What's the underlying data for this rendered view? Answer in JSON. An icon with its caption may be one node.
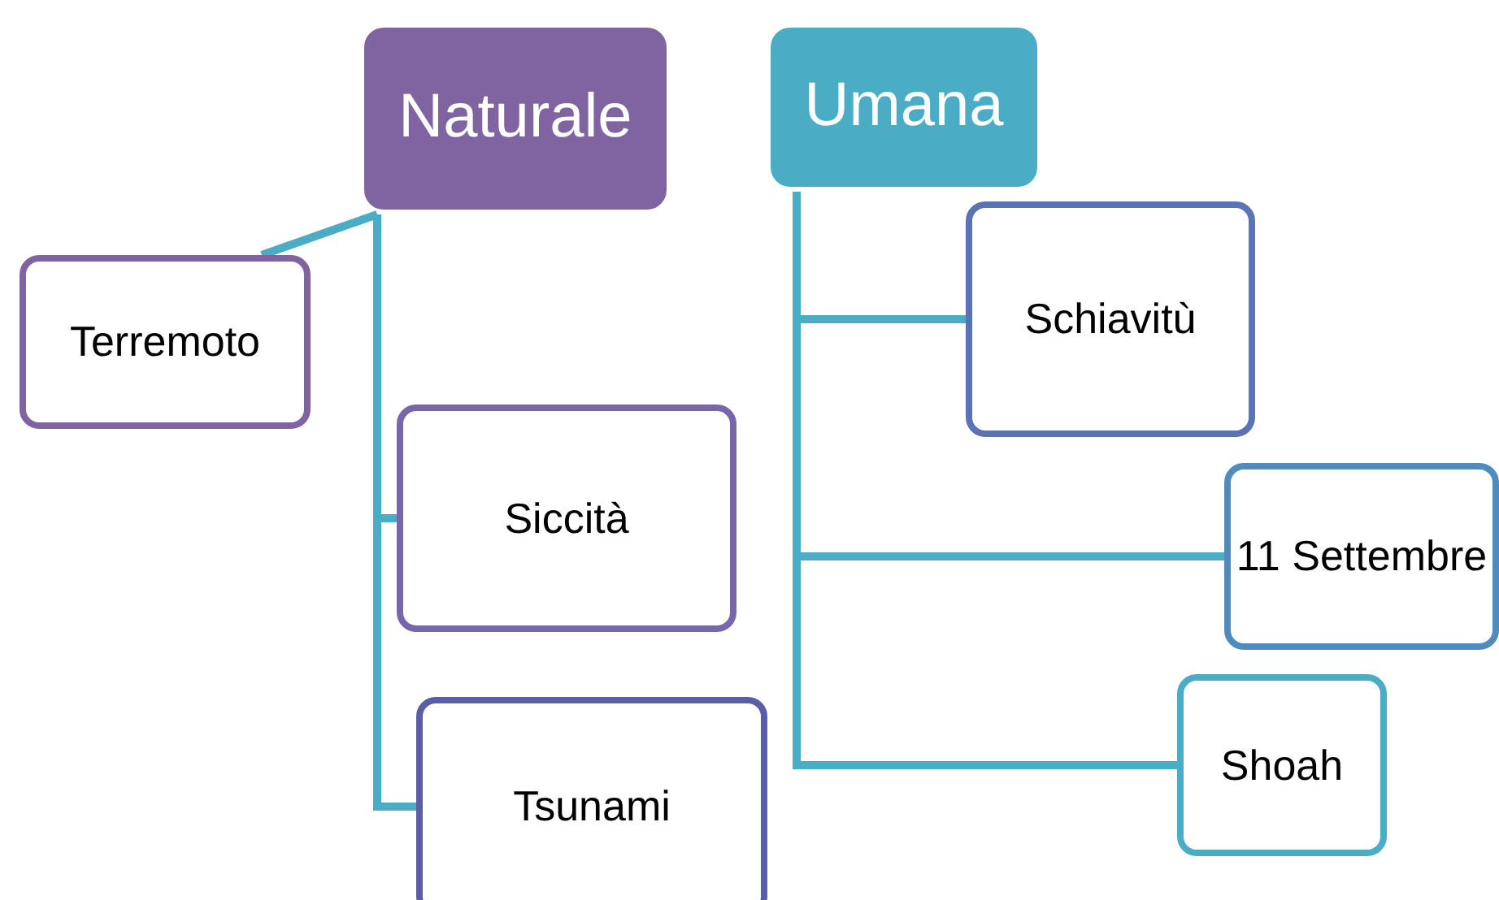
{
  "diagram": {
    "nodes": [
      {
        "text": [
          "Naturale"
        ]
      },
      {
        "text": [
          "Umana"
        ]
      },
      {
        "text": [
          "Terremoto"
        ]
      },
      {
        "text": [
          "Siccità"
        ]
      },
      {
        "text": [
          "Tsunami"
        ]
      },
      {
        "text": [
          "Schiavitù"
        ]
      },
      {
        "text": [
          "11 Settembre"
        ]
      },
      {
        "text": [
          "Shoah"
        ]
      }
    ],
    "edges": [
      {
        "from": 0,
        "to": 2,
        "arrow": "none"
      },
      {
        "from": 0,
        "to": 3,
        "arrow": "none"
      },
      {
        "from": 0,
        "to": 4,
        "arrow": "none"
      },
      {
        "from": 1,
        "to": 5,
        "arrow": "none"
      },
      {
        "from": 1,
        "to": 6,
        "arrow": "none"
      },
      {
        "from": 1,
        "to": 7,
        "arrow": "none"
      }
    ]
  }
}
